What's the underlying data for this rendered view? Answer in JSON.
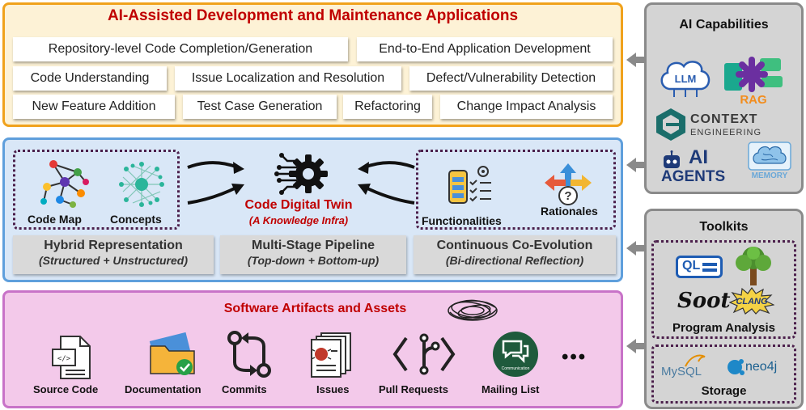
{
  "top": {
    "title": "AI-Assisted Development and Maintenance Applications",
    "chips": [
      "Repository-level Code Completion/Generation",
      "End-to-End Application Development",
      "Code Understanding",
      "Issue Localization and Resolution",
      "Defect/Vulnerability Detection",
      "New Feature Addition",
      "Test Case Generation",
      "Refactoring",
      "Change Impact Analysis"
    ]
  },
  "middle": {
    "left_items": [
      "Code Map",
      "Concepts"
    ],
    "right_items": [
      "Functionalities",
      "Rationales"
    ],
    "center_title": "Code Digital Twin",
    "center_subtitle": "(A Knowledge Infra)",
    "pillars": [
      {
        "title": "Hybrid Representation",
        "subtitle": "(Structured + Unstructured)"
      },
      {
        "title": "Multi-Stage Pipeline",
        "subtitle": "(Top-down + Bottom-up)"
      },
      {
        "title": "Continuous Co-Evolution",
        "subtitle": "(Bi-directional Reflection)"
      }
    ]
  },
  "bottom": {
    "title": "Software Artifacts and Assets",
    "items": [
      "Source Code",
      "Documentation",
      "Commits",
      "Issues",
      "Pull Requests",
      "Mailing List"
    ],
    "more": "•••",
    "mailing_icon_text": "Communication"
  },
  "ai_capabilities": {
    "title": "AI Capabilities",
    "logos": {
      "llm": "LLM",
      "rag": "RAG",
      "context_1": "CONTEXT",
      "context_2": "ENGINEERING",
      "agents_1": "AI",
      "agents_2": "AGENTS",
      "memory": "MEMORY"
    }
  },
  "toolkits": {
    "title": "Toolkits",
    "program_analysis": "Program Analysis",
    "storage": "Storage",
    "logos": {
      "ql": "QL",
      "soot": "Soot",
      "clang": "CLANG",
      "mysql": "MySQL",
      "neo4j": "neo4j"
    }
  },
  "colors": {
    "top_fill": "#fdf2d6",
    "top_border": "#f0a21c",
    "mid_fill": "#d9e7f7",
    "mid_border": "#5f9fdc",
    "bot_fill": "#f3c9ea",
    "bot_border": "#c873c8",
    "side_fill": "#d4d4d4",
    "accent_red": "#c00000"
  }
}
